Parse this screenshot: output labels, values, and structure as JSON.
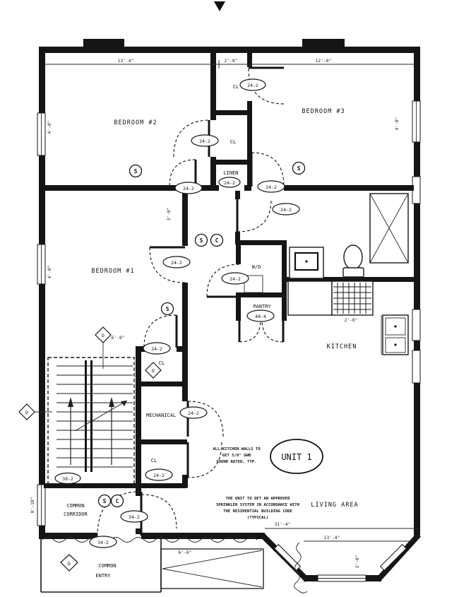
{
  "unit": {
    "label": "UNIT 1"
  },
  "rooms": {
    "bedroom1": "BEDROOM #1",
    "bedroom2": "BEDROOM #2",
    "bedroom3": "BEDROOM #3",
    "kitchen": "KITCHEN",
    "living_area": "LIVING AREA",
    "pantry": "PANTRY",
    "mechanical": "MECHANICAL",
    "corridor_line1": "COMMON",
    "corridor_line2": "CORRIDOR",
    "entry_line1": "COMMON",
    "entry_line2": "ENTRY"
  },
  "labels": {
    "closet": "CL",
    "linen": "LINEN",
    "washer_dryer": "W/D"
  },
  "detectors": {
    "smoke": "S",
    "carbon": "C"
  },
  "tags": {
    "standard_door": "24-2",
    "pantry_door": "48-4",
    "stair_door": "30-2",
    "entry_door": "34-2",
    "diamond": "D"
  },
  "notes": {
    "note1": [
      "ALL KITCHEN WALLS TO",
      "GET 5/8\" GWB",
      "SOUND RATED, TYP."
    ],
    "note2": [
      "THE UNIT TO GET AN APPROVED",
      "SPRINKLER SYSTEM IN ACCORDANCE WITH",
      "THE RESIDENTIAL BUILDING CODE",
      "(TYPICAL)"
    ]
  },
  "dims": {
    "top_left": "13'-4\"",
    "top_mid": "2'-8\"",
    "top_right": "12'-8\"",
    "bottom_overall": "31'-4\"",
    "bottom_bay": "13'-4\"",
    "stoop": "6'-6\"",
    "left_upper": "4'-0\"",
    "left_mid": "4'-0\"",
    "right_upper": "4'-0\"",
    "stair_height": "8'-10\"",
    "hall": "3'-0\"",
    "bay_depth": "3'-0\"",
    "stove": "2'-6\"",
    "stair_head": "6'-8\""
  }
}
